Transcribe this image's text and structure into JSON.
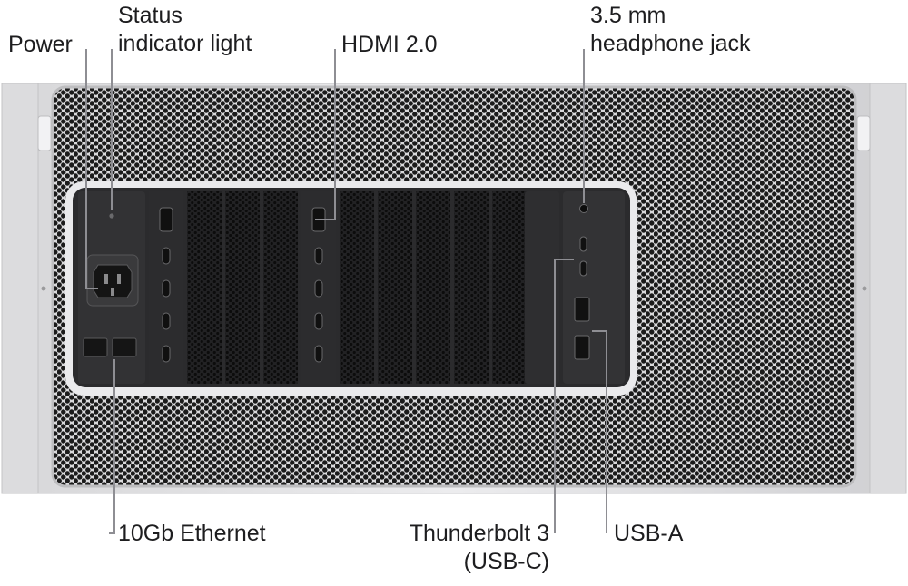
{
  "callouts": {
    "power": "Power",
    "status_light": [
      "Status",
      "indicator light"
    ],
    "hdmi": "HDMI 2.0",
    "headphone_jack": [
      "3.5 mm",
      "headphone jack"
    ],
    "ethernet": "10Gb Ethernet",
    "thunderbolt": [
      "Thunderbolt 3",
      "(USB-C)"
    ],
    "usb_a": "USB-A"
  },
  "colors": {
    "chassis": "#e3e3e5",
    "grille_hole": "#1b1b1b",
    "panel": "#2a2a2c",
    "leader_line": "#8e8e93",
    "label_text": "#1d1d1f"
  }
}
